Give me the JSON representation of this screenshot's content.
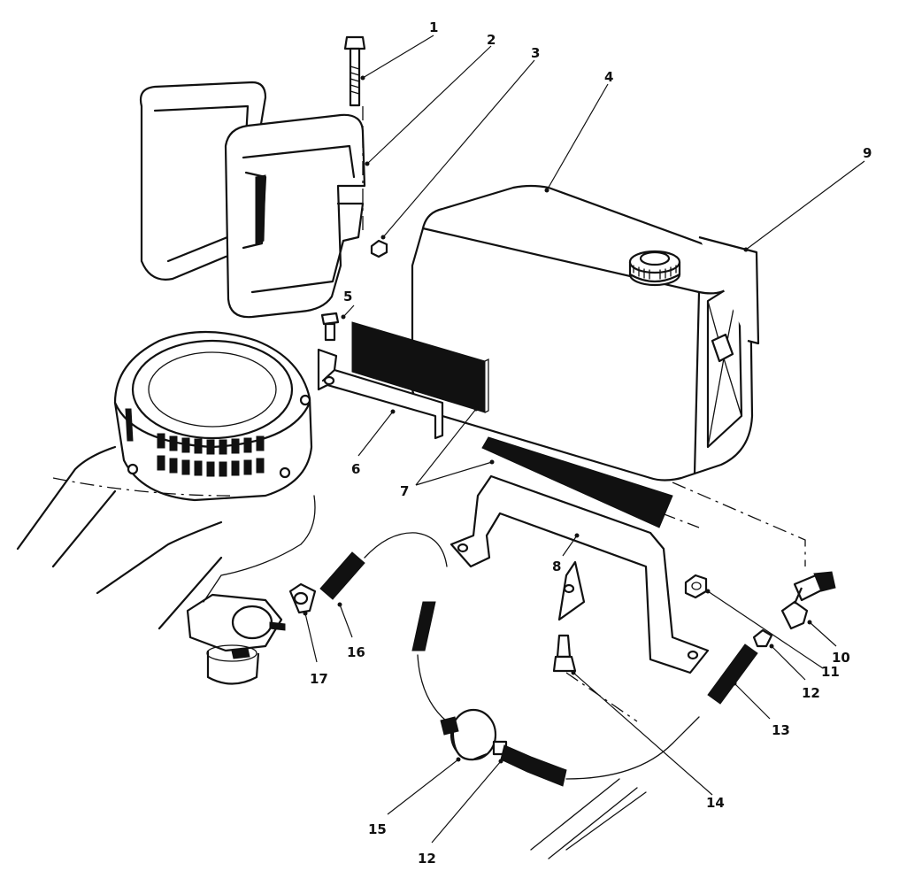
{
  "callouts": [
    {
      "id": "c1",
      "text": "1"
    },
    {
      "id": "c2",
      "text": "2"
    },
    {
      "id": "c3",
      "text": "3"
    },
    {
      "id": "c4",
      "text": "4"
    },
    {
      "id": "c5",
      "text": "5"
    },
    {
      "id": "c6",
      "text": "6"
    },
    {
      "id": "c7",
      "text": "7"
    },
    {
      "id": "c8",
      "text": "8"
    },
    {
      "id": "c9",
      "text": "9"
    },
    {
      "id": "c10",
      "text": "10"
    },
    {
      "id": "c11",
      "text": "11"
    },
    {
      "id": "c12a",
      "text": "12"
    },
    {
      "id": "c12b",
      "text": "12"
    },
    {
      "id": "c13",
      "text": "13"
    },
    {
      "id": "c14",
      "text": "14"
    },
    {
      "id": "c15",
      "text": "15"
    },
    {
      "id": "c16",
      "text": "16"
    },
    {
      "id": "c17",
      "text": "17"
    }
  ]
}
